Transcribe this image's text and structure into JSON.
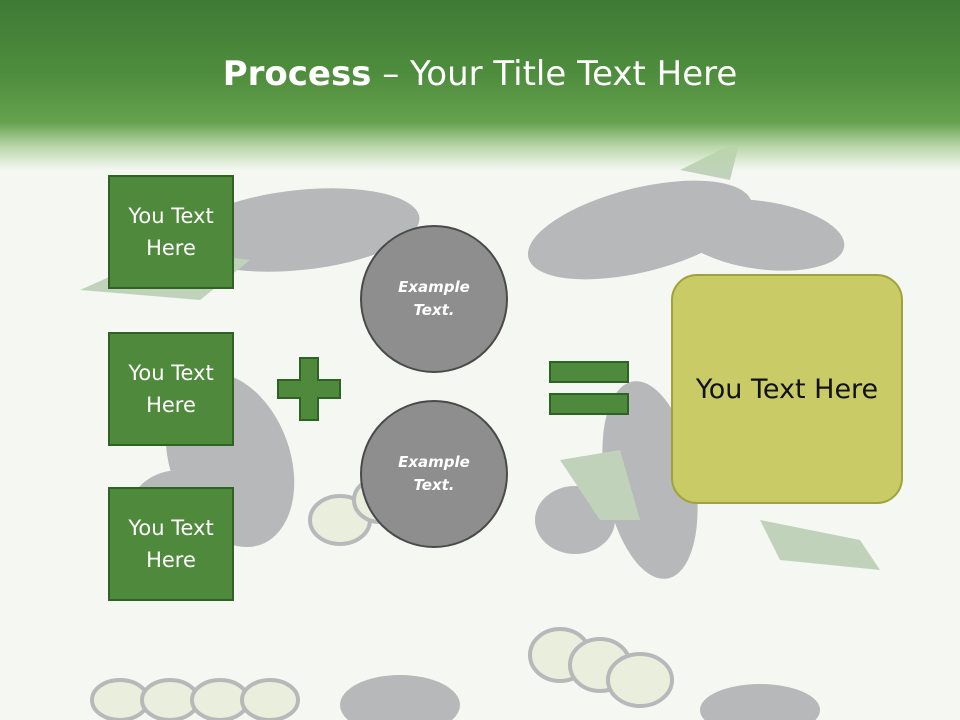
{
  "title": {
    "bold": "Process",
    "rest": " – Your Title Text Here"
  },
  "left_boxes": [
    {
      "label": "You Text\nHere"
    },
    {
      "label": "You Text\nHere"
    },
    {
      "label": "You Text\nHere"
    }
  ],
  "circles": [
    {
      "label": "Example\nText."
    },
    {
      "label": "Example\nText."
    }
  ],
  "operators": {
    "plus": "plus-icon",
    "equals": "equals-icon"
  },
  "result": {
    "label": "You Text Here"
  },
  "colors": {
    "header": "#4f8e3e",
    "box_fill": "#4f8a3c",
    "box_border": "#2f6324",
    "circle_fill": "#8e8e8e",
    "result_fill": "#c9cc66"
  }
}
